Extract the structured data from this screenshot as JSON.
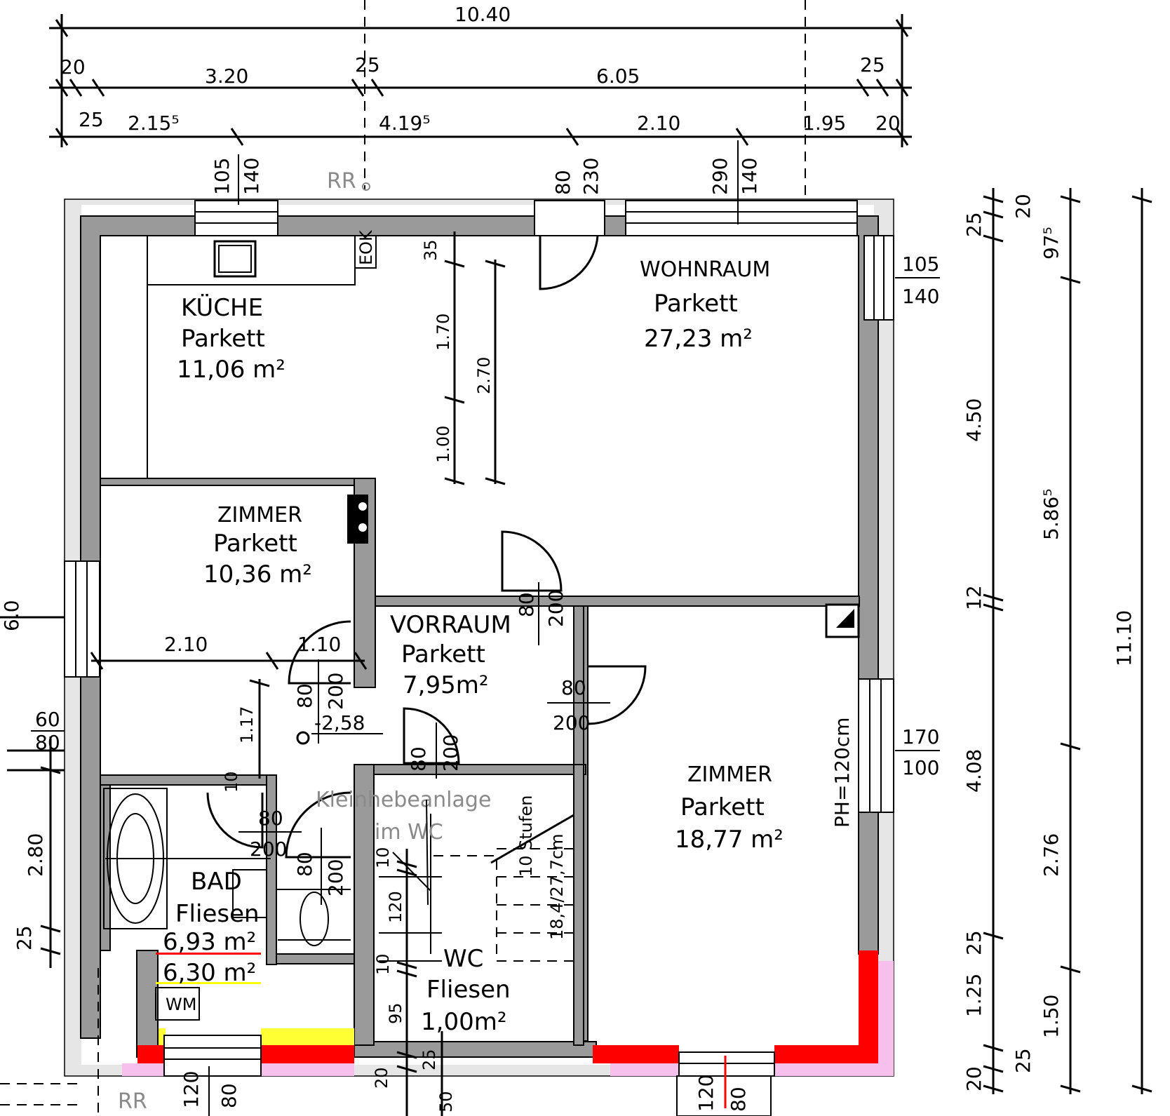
{
  "dimensions_top": {
    "overall": "10.40",
    "row2": [
      "20",
      "3.20",
      "25",
      "6.05",
      "25"
    ],
    "row3": [
      "25",
      "2.15⁵",
      "4.19⁵",
      "2.10",
      "1.95",
      "20"
    ]
  },
  "dimensions_right": {
    "col1": [
      "25",
      "20",
      "4.50",
      "12",
      "4.08",
      "25",
      "1.25",
      "20",
      "25"
    ],
    "col2": [
      "97⁵",
      "5.86⁵",
      "2.76",
      "1.50"
    ],
    "overall": "11.10"
  },
  "dimensions_left": [
    "6.0",
    "60",
    "80",
    "2.80",
    "25"
  ],
  "window_labels": {
    "kitchen": [
      "105",
      "140"
    ],
    "wohn_door": [
      "80",
      "230"
    ],
    "wohn_window": [
      "290",
      "140"
    ],
    "wohn_side": [
      "105",
      "140"
    ],
    "zimmer_side": [
      "170",
      "100"
    ],
    "bottom_left": [
      "120",
      "80"
    ],
    "bottom_right": [
      "120",
      "80"
    ]
  },
  "rooms": {
    "kueche": {
      "name": "KÜCHE",
      "floor": "Parkett",
      "area": "11,06 m²"
    },
    "wohnraum": {
      "name": "WOHNRAUM",
      "floor": "Parkett",
      "area": "27,23 m²"
    },
    "zimmer1": {
      "name": "ZIMMER",
      "floor": "Parkett",
      "area": "10,36 m²"
    },
    "vorraum": {
      "name": "VORRAUM",
      "floor": "Parkett",
      "area": "7,95m²"
    },
    "zimmer2": {
      "name": "ZIMMER",
      "floor": "Parkett",
      "area": "18,77 m²"
    },
    "bad": {
      "name": "BAD",
      "floor": "Fliesen",
      "area": "6,93 m²",
      "area2": "6,30 m²"
    },
    "wc": {
      "name": "WC",
      "floor": "Fliesen",
      "area": "1,00m²"
    }
  },
  "interior_dims": {
    "wohn_35": "35",
    "wohn_170": "1.70",
    "wohn_270": "2.70",
    "wohn_100": "1.00",
    "zimmer_210": "2.10",
    "zimmer_110": "1.10",
    "zimmer_117": "1.17",
    "door_vor_80": "80",
    "door_vor_200": "200",
    "door_zim_80": "80",
    "door_zim_200": "200",
    "door_vor2_80": "80",
    "door_vor2_200": "200",
    "level": "-2,58",
    "door_gang_80": "80",
    "door_gang_200": "200",
    "door_stair_80": "80",
    "door_stair_200": "200",
    "bad_door_80": "80",
    "bad_door_200": "200",
    "wc_80": "80",
    "wc_200": "200",
    "stair_10": "10",
    "stair_120": "120",
    "stair_10b": "10",
    "stair_95": "95",
    "stair_20": "20",
    "stair_25": "25",
    "stair_50": "50",
    "bad_10": "10",
    "bad_text_10": "10"
  },
  "annotations": {
    "rr_top": "RR",
    "rr_bottom": "RR",
    "eok": "EOK",
    "ph": "PH=120cm",
    "stairs": "10 Stufen",
    "stairs2": "18,4/27,7cm",
    "kleinhebeanlage": "Kleinhebeanlage",
    "im_wc": "im WC",
    "wm": "WM"
  }
}
